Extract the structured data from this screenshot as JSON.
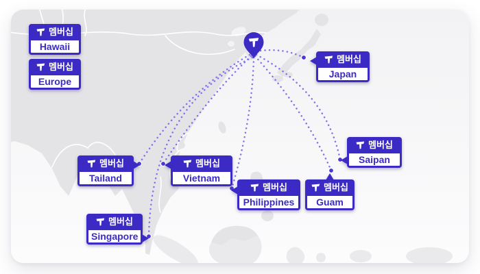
{
  "brand": {
    "korean_label": "멤버십",
    "logo": "T-logo"
  },
  "origin": {
    "name": "Korea origin pin",
    "icon": "T-logo-pin"
  },
  "badges": [
    {
      "id": "hawaii",
      "location": "Hawaii",
      "has_route_line": false
    },
    {
      "id": "europe",
      "location": "Europe",
      "has_route_line": false
    },
    {
      "id": "japan",
      "location": "Japan",
      "has_route_line": true
    },
    {
      "id": "saipan",
      "location": "Saipan",
      "has_route_line": true
    },
    {
      "id": "guam",
      "location": "Guam",
      "has_route_line": true
    },
    {
      "id": "philippines",
      "location": "Philippines",
      "has_route_line": true
    },
    {
      "id": "vietnam",
      "location": "Vietnam",
      "has_route_line": true
    },
    {
      "id": "tailand",
      "location": "Tailand",
      "has_route_line": true
    },
    {
      "id": "singapore",
      "location": "Singapore",
      "has_route_line": true
    }
  ],
  "colors": {
    "accent": "#3B2AC4",
    "route_line": "#7B6CEC",
    "endpoint_dot": "#4A38D0",
    "land": "#E4E4E7",
    "land_light": "#EAEAED",
    "border": "#FFFFFF",
    "ocean_top": "#F2F2F4",
    "ocean_bottom": "#FCFCFD"
  }
}
